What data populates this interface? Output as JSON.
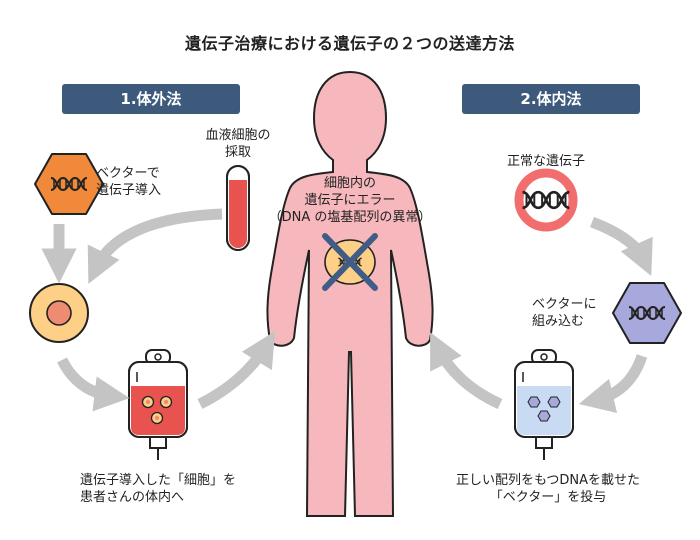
{
  "title": "遺伝子治療における遺伝子の２つの送達方法",
  "left_method": {
    "label": "1.体外法",
    "vector_note": [
      "ベクターで",
      "遺伝子導入"
    ],
    "blood_note": [
      "血液細胞の",
      "採取"
    ],
    "bag_note": [
      "遺伝子導入した「細胞」を",
      "患者さんの体内へ"
    ]
  },
  "right_method": {
    "label": "2.体内法",
    "gene_note": "正常な遺伝子",
    "vector_note": [
      "ベクターに",
      "組み込む"
    ],
    "bag_note": [
      "正しい配列をもつDNAを載せた",
      "「ベクター」を投与"
    ]
  },
  "body_note": [
    "細胞内の",
    "遺伝子にエラー",
    "（DNA の塩基配列の異常）"
  ],
  "colors": {
    "header_bg": "#3d5a7c",
    "body_fill": "#f7b8bd",
    "hexagon_orange": "#f08a3a",
    "hexagon_purple": "#a7a9dc",
    "cell_fill": "#fdcf87",
    "tube_red": "#e8534f",
    "arrow_gray": "#c4c4c4",
    "x_mark": "#3f5d86",
    "ring_red": "#f26d6d"
  }
}
